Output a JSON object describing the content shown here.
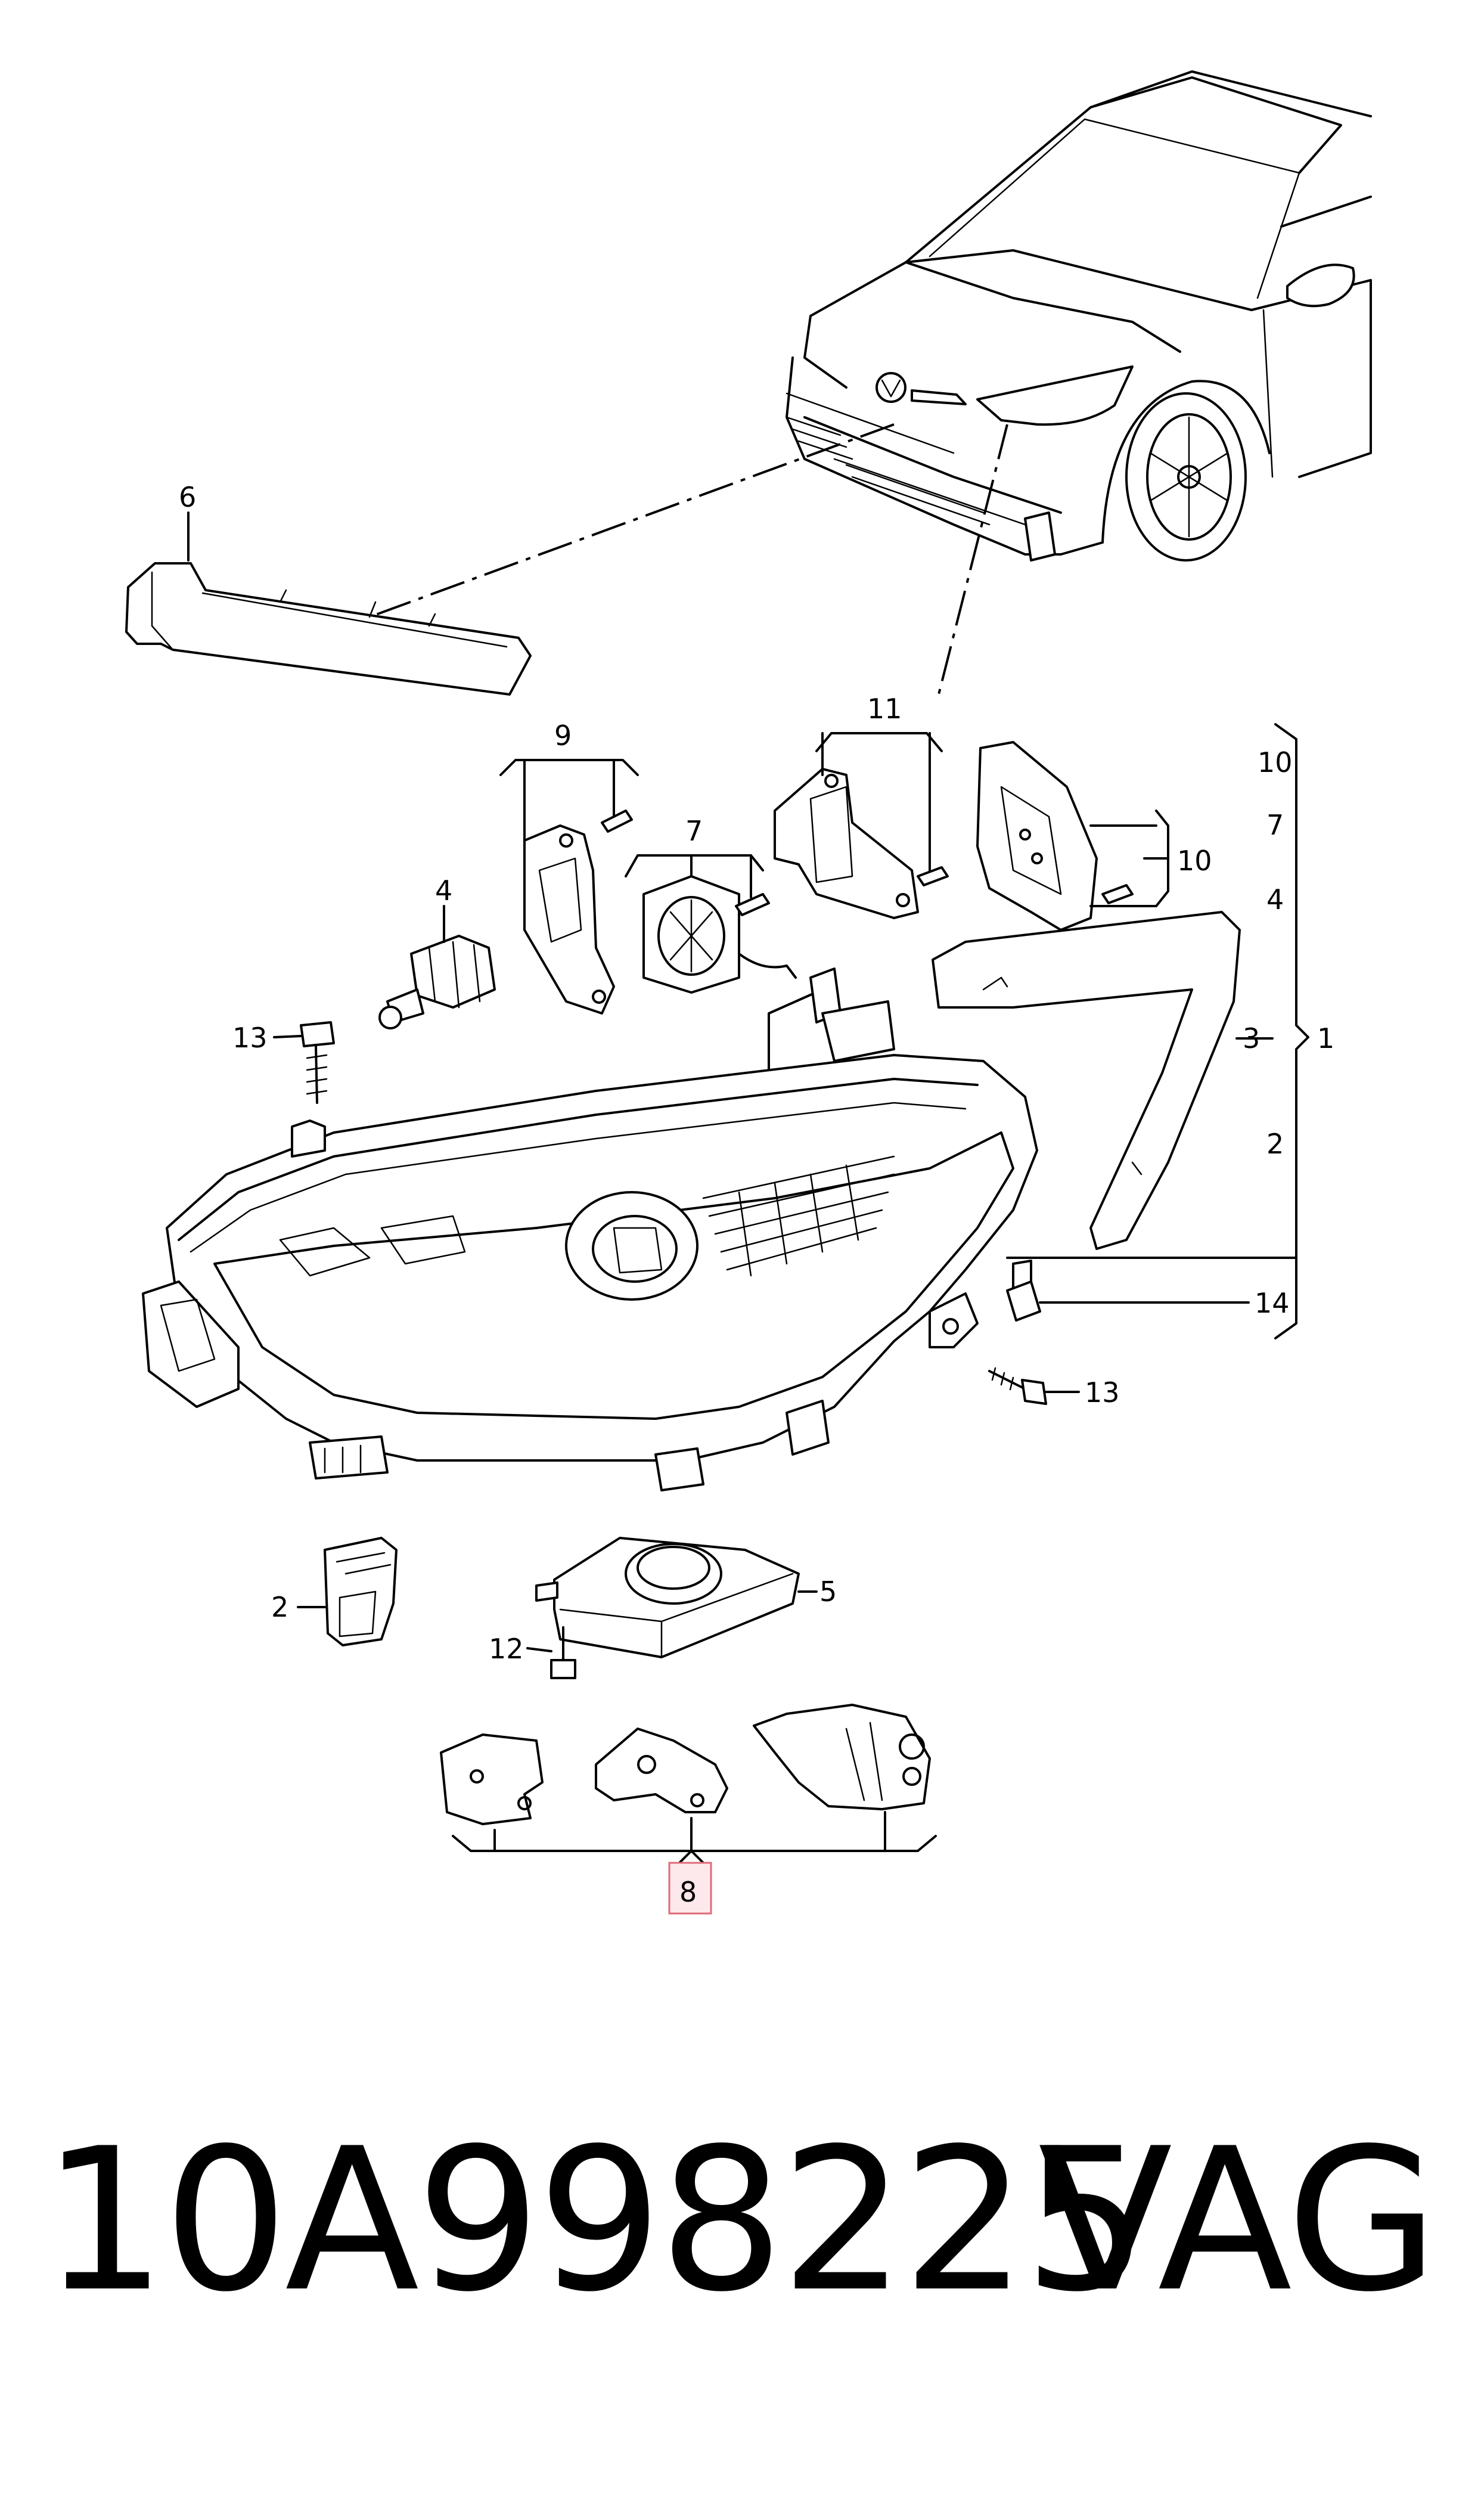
{
  "callouts": {
    "c1": "1",
    "c2a": "2",
    "c2b": "2",
    "c3": "3",
    "c4a": "4",
    "c4b": "4",
    "c5": "5",
    "c6": "6",
    "c7a": "7",
    "c7b": "7",
    "c8": "8",
    "c9": "9",
    "c10a": "10",
    "c10b": "10",
    "c11": "11",
    "c12": "12",
    "c13a": "13",
    "c13b": "13",
    "c14": "14"
  },
  "footer": {
    "part_number": "10A998225",
    "brand": "VAG"
  }
}
